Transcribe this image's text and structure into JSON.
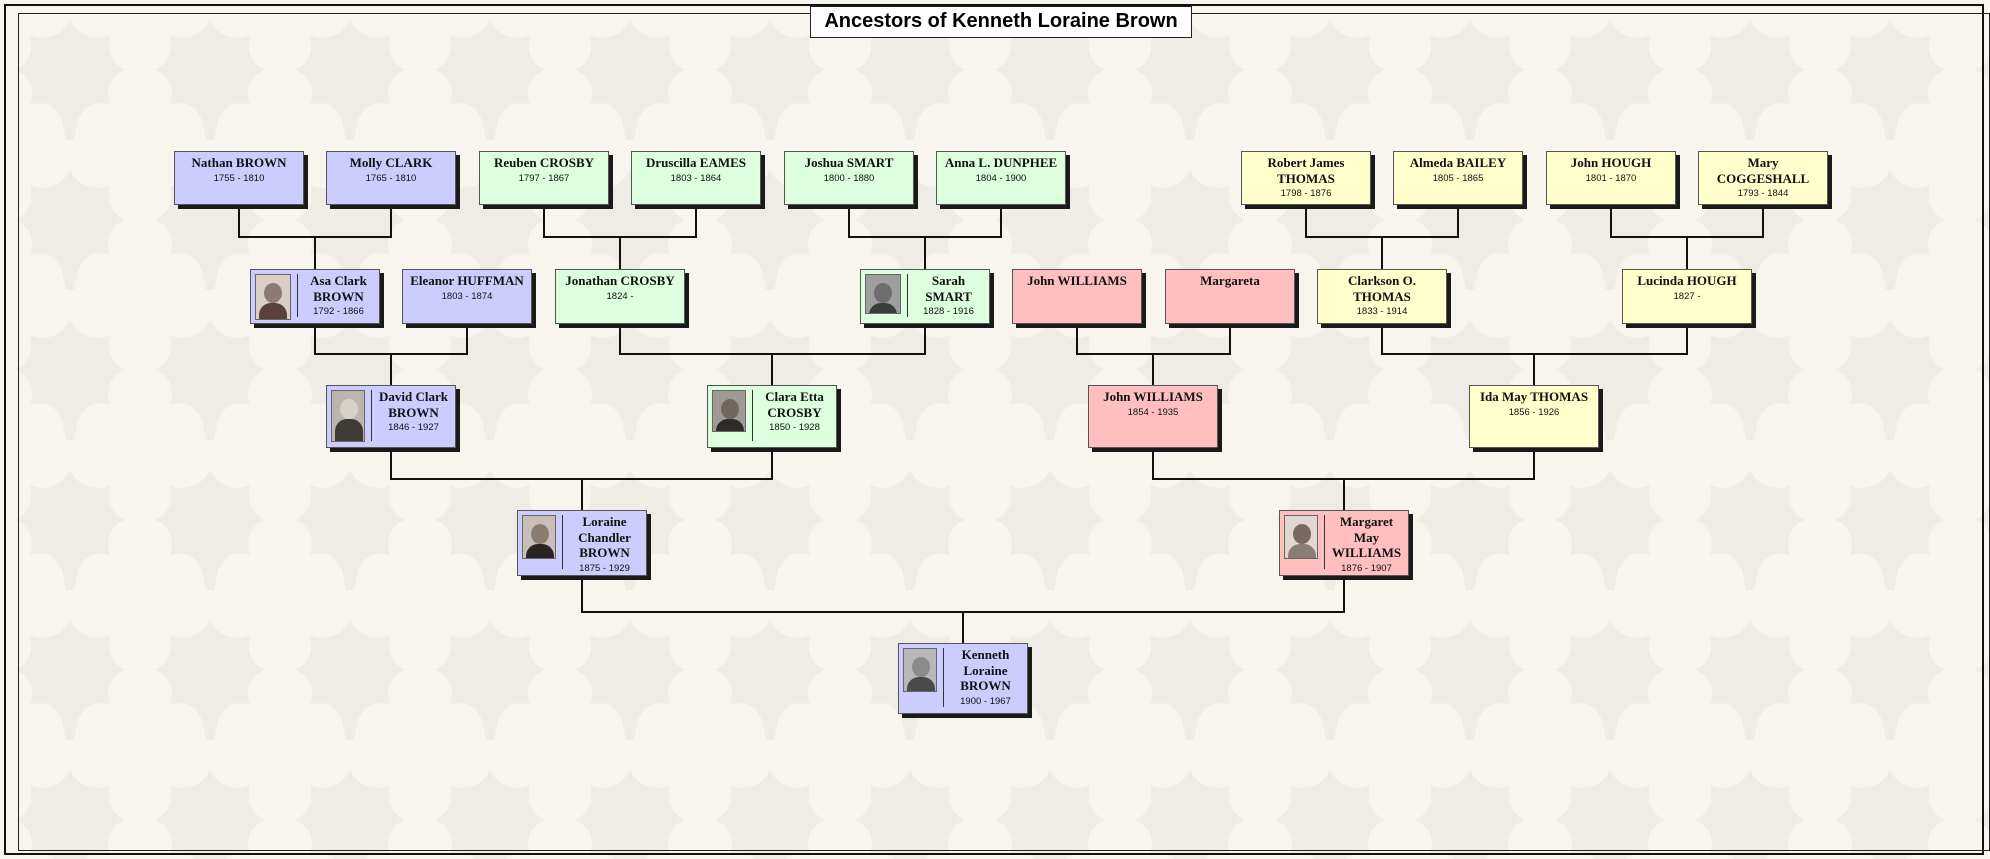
{
  "title": "Ancestors of Kenneth Loraine Brown",
  "colors": {
    "blue": "#ccccff",
    "green": "#ddffdd",
    "red": "#ffbfbf",
    "yellow": "#ffffcc"
  },
  "people": {
    "nathan_brown": {
      "name": [
        "Nathan BROWN"
      ],
      "dates": "1755 - 1810"
    },
    "molly_clark": {
      "name": [
        "Molly CLARK"
      ],
      "dates": "1765 - 1810"
    },
    "reuben_crosby": {
      "name": [
        "Reuben CROSBY"
      ],
      "dates": "1797 - 1867"
    },
    "druscilla_eames": {
      "name": [
        "Druscilla EAMES"
      ],
      "dates": "1803 - 1864"
    },
    "joshua_smart": {
      "name": [
        "Joshua SMART"
      ],
      "dates": "1800 - 1880"
    },
    "anna_dunphee": {
      "name": [
        "Anna L. DUNPHEE"
      ],
      "dates": "1804 - 1900"
    },
    "robert_thomas": {
      "name": [
        "Robert James",
        "THOMAS"
      ],
      "dates": "1798 - 1876"
    },
    "almeda_bailey": {
      "name": [
        "Almeda BAILEY"
      ],
      "dates": "1805 - 1865"
    },
    "john_hough": {
      "name": [
        "John HOUGH"
      ],
      "dates": "1801 - 1870"
    },
    "mary_coggeshall": {
      "name": [
        "Mary",
        "COGGESHALL"
      ],
      "dates": "1793 - 1844"
    },
    "asa_brown": {
      "name": [
        "Asa Clark",
        "BROWN"
      ],
      "dates": "1792 - 1866"
    },
    "eleanor_huffman": {
      "name": [
        "Eleanor HUFFMAN"
      ],
      "dates": "1803 - 1874"
    },
    "jonathan_crosby": {
      "name": [
        "Jonathan CROSBY"
      ],
      "dates": "1824 -"
    },
    "sarah_smart": {
      "name": [
        "Sarah",
        "SMART"
      ],
      "dates": "1828 - 1916"
    },
    "john_williams_sr": {
      "name": [
        "John WILLIAMS"
      ],
      "dates": ""
    },
    "margareta": {
      "name": [
        "Margareta"
      ],
      "dates": ""
    },
    "clarkson_thomas": {
      "name": [
        "Clarkson O.",
        "THOMAS"
      ],
      "dates": "1833 - 1914"
    },
    "lucinda_hough": {
      "name": [
        "Lucinda HOUGH"
      ],
      "dates": "1827 -"
    },
    "david_brown": {
      "name": [
        "David Clark",
        "BROWN"
      ],
      "dates": "1846 - 1927"
    },
    "clara_crosby": {
      "name": [
        "Clara Etta",
        "CROSBY"
      ],
      "dates": "1850 - 1928"
    },
    "john_williams": {
      "name": [
        "John WILLIAMS"
      ],
      "dates": "1854 - 1935"
    },
    "ida_thomas": {
      "name": [
        "Ida May THOMAS"
      ],
      "dates": "1856 - 1926"
    },
    "loraine_brown": {
      "name": [
        "Loraine",
        "Chandler",
        "BROWN"
      ],
      "dates": "1875 - 1929"
    },
    "margaret_williams": {
      "name": [
        "Margaret",
        "May",
        "WILLIAMS"
      ],
      "dates": "1876 - 1907"
    },
    "kenneth_brown": {
      "name": [
        "Kenneth",
        "Loraine",
        "BROWN"
      ],
      "dates": "1900 - 1967"
    }
  }
}
